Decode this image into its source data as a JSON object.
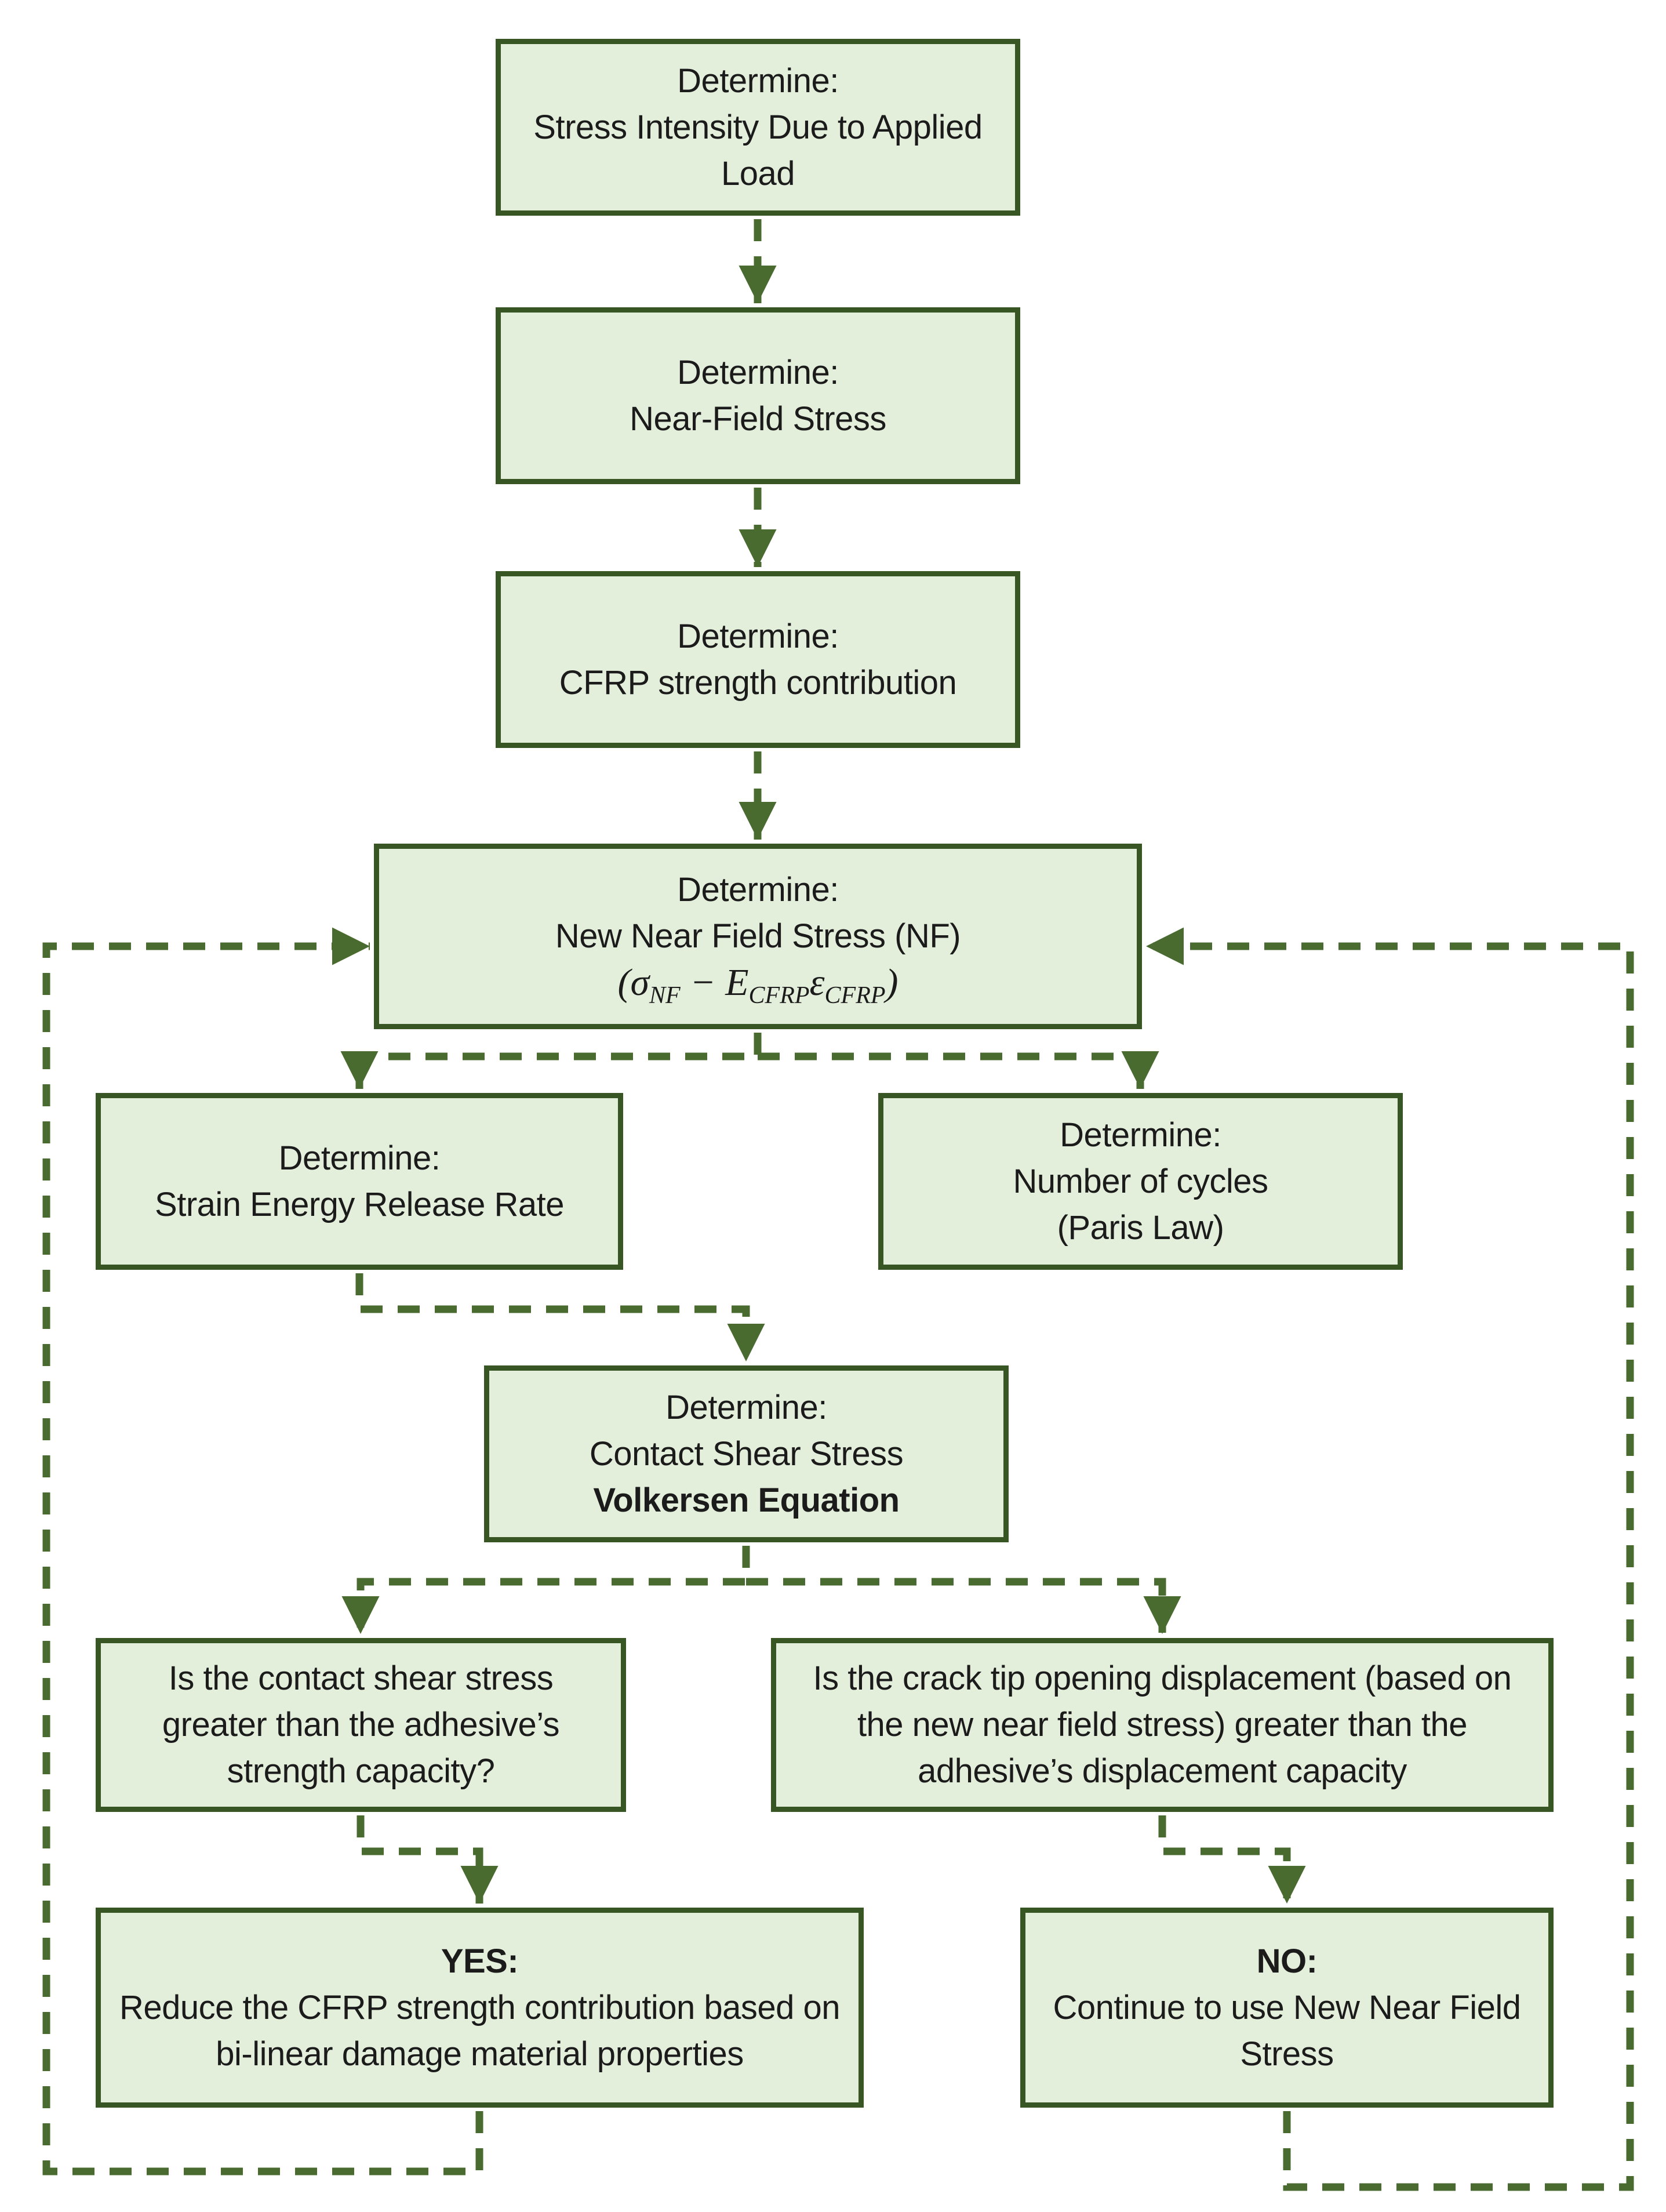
{
  "diagram_title": "CFRP strengthening fatigue analysis flowchart",
  "colors": {
    "box_fill": "#e4efdb",
    "box_border": "#375623",
    "connector": "#4a6b2f",
    "text": "#1b1b1b"
  },
  "boxes": {
    "stress_intensity": {
      "l1": "Determine:",
      "l2": "Stress Intensity Due to Applied",
      "l3": "Load"
    },
    "near_field": {
      "l1": "Determine:",
      "l2": "Near-Field Stress"
    },
    "cfrp_contribution": {
      "l1": "Determine:",
      "l2": "CFRP strength contribution"
    },
    "new_near_field": {
      "l1": "Determine:",
      "l2": "New Near Field Stress (NF)",
      "f1": "(σ",
      "f1sub": "NF",
      "f2": " − E",
      "f2sub": "CFRP",
      "f3": "ε",
      "f3sub": "CFRP",
      "f4": ")"
    },
    "strain_energy": {
      "l1": "Determine:",
      "l2": "Strain Energy Release Rate"
    },
    "cycles": {
      "l1": "Determine:",
      "l2": "Number of cycles",
      "l3": "(Paris Law)"
    },
    "contact_shear": {
      "l1": "Determine:",
      "l2": "Contact Shear Stress",
      "l3": "Volkersen Equation"
    },
    "q_shear": {
      "l1": "Is the contact shear stress",
      "l2": "greater than the adhesive’s",
      "l3": "strength capacity?"
    },
    "q_ctod": {
      "l1": "Is the crack tip opening displacement (based on",
      "l2": "the new near field stress) greater than the",
      "l3": "adhesive’s displacement capacity"
    },
    "yes": {
      "l1": "YES:",
      "l2": "Reduce the CFRP strength contribution based on",
      "l3": "bi-linear damage material properties"
    },
    "no": {
      "l1": "NO:",
      "l2": "Continue to use New Near Field",
      "l3": "Stress"
    }
  }
}
